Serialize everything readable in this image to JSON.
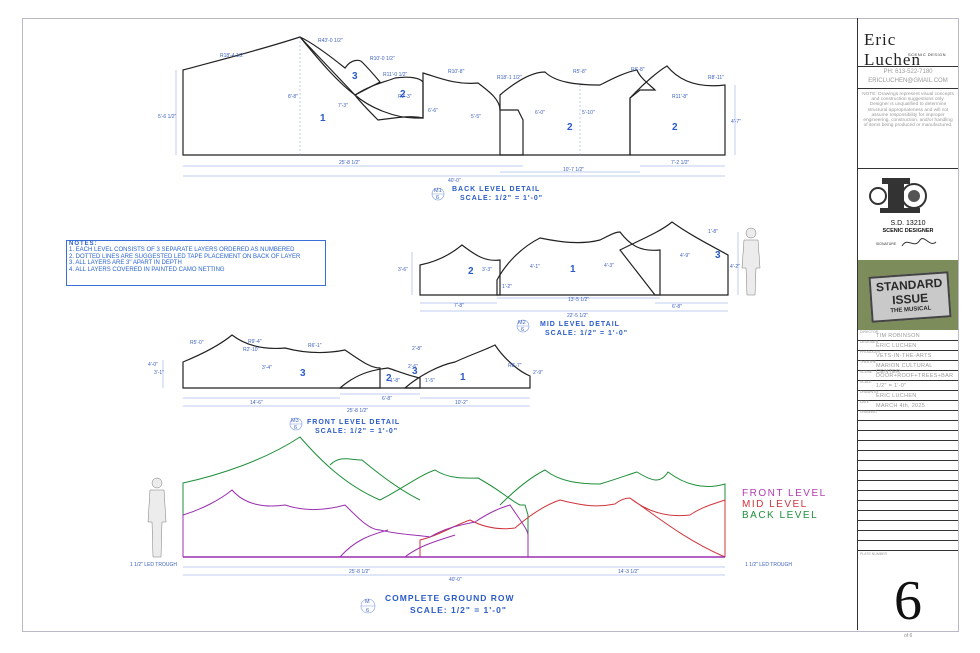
{
  "designer": {
    "name": "Eric Luchen",
    "subtitle": "SCENIC DESIGN",
    "phone": "PH: 613-522-7180",
    "email": "ERICLUCHEN@GMAIL.COM",
    "disclaimer": "NOTE: Drawings represent visual concepts and construction suggestions only. Designer is unqualified to determine structural appropriateness and will not assume responsibility for improper engineering, construction, and/or handling of items being produced or manufactured.",
    "union_id": "S.D. 13210",
    "union_label": "SCENIC DESIGNER",
    "signature_label": "SIGNATURE"
  },
  "show": {
    "title_line1": "STANDARD",
    "title_line2": "ISSUE",
    "title_line3": "THE MUSICAL"
  },
  "title_block": [
    {
      "label": "DIRECTOR",
      "value": "TIM ROBINSON"
    },
    {
      "label": "DESIGNER",
      "value": "ERIC LUCHEN"
    },
    {
      "label": "PRODUCER",
      "value": "VETS-IN-THE-ARTS"
    },
    {
      "label": "THEATRE",
      "value": "MARION CULTURAL CENTER"
    },
    {
      "label": "SCENE",
      "value": "DOOR+ROOF+TREES+BAR"
    },
    {
      "label": "SCALE",
      "value": "1/2\" = 1'-0\""
    },
    {
      "label": "DRAWN BY",
      "value": "ERIC LUCHEN"
    },
    {
      "label": "DATE",
      "value": "MARCH 4th, 2025"
    },
    {
      "label": "DRAWING",
      "value": ""
    }
  ],
  "plate": {
    "label": "PLATE NUMBER",
    "number": "6",
    "of": "of 6"
  },
  "notes": {
    "heading": "NOTES:",
    "items": [
      "1.    EACH LEVEL CONSISTS OF 3 SEPARATE LAYERS ORDERED AS NUMBERED",
      "2.    DOTTED LINES ARE SUGGESTED LED TAPE PLACEMENT ON BACK OF LAYER",
      "3.    ALL LAYERS ARE 3\" APART IN DEPTH",
      "4.    ALL LAYERS COVERED IN PAINTED CAMO NETTING"
    ]
  },
  "details": {
    "back": {
      "ref_top": "M1",
      "ref_bottom": "6",
      "title": "BACK LEVEL DETAIL",
      "scale": "SCALE: 1/2\" = 1'-0\""
    },
    "mid": {
      "ref_top": "M2",
      "ref_bottom": "6",
      "title": "MID LEVEL DETAIL",
      "scale": "SCALE: 1/2\" = 1'-0\""
    },
    "front": {
      "ref_top": "M3",
      "ref_bottom": "6",
      "title": "FRONT LEVEL DETAIL",
      "scale": "SCALE: 1/2\" = 1'-0\""
    },
    "complete": {
      "ref_top": "M",
      "ref_bottom": "6",
      "title": "COMPLETE GROUND ROW",
      "scale": "SCALE: 1/2\" = 1'-0\""
    }
  },
  "legend": {
    "front": "FRONT LEVEL",
    "front_color": "#b23bb2",
    "mid": "MID LEVEL",
    "mid_color": "#d0343c",
    "back": "BACK LEVEL",
    "back_color": "#1f8f3a"
  },
  "dims": {
    "back_total": "40'-0\"",
    "back_left": "25'-8 1/2\"",
    "back_mid": "10'-7 1/2\"",
    "back_right": "7'-2 1/2\"",
    "back_r1": "R18'-4 1/2\"",
    "back_r2": "R43'-0 1/2\"",
    "back_r3": "R10'-0 1/2\"",
    "back_r4": "R11'-0 1/2\"",
    "back_r5": "R10'-8\"",
    "back_r6": "R18'-1 1/2\"",
    "back_r7": "R5'-8\"",
    "back_r8": "R6'-8\"",
    "back_r9": "R8'-11\"",
    "back_h1": "5'-6 1/2\"",
    "back_h2": "8'-8\"",
    "back_h3": "7'-3\"",
    "back_h4": "6'-6\"",
    "back_h5": "5'-5\"",
    "back_h6": "6'-0\"",
    "back_h7": "5'-10\"",
    "back_h8": "4'-7\"",
    "back_h9": "R11'-8\"",
    "back_h10": "R2'-3\"",
    "mid_total": "22'-5 1/2\"",
    "mid_sub": "13'-5 1/2\"",
    "mid_left": "7'-8\"",
    "mid_right": "6'-8\"",
    "mid_h1": "3'-6\"",
    "mid_h2": "3'-3\"",
    "mid_h3": "4'-1\"",
    "mid_h4": "4'-3\"",
    "mid_h5": "4'-9\"",
    "mid_h6": "1'-8\"",
    "mid_h7": "4'-2\"",
    "mid_h8": "1'-2\"",
    "front_total": "25'-8 1/2\"",
    "front_left": "14'-6\"",
    "front_mid": "6'-8\"",
    "front_right": "10'-2\"",
    "front_r1": "R5'-0\"",
    "front_r2": "R9'-4\"",
    "front_r3": "R2'-10\"",
    "front_r4": "R6'-1\"",
    "front_r5": "R8'-7\"",
    "front_h1": "4'-0\"",
    "front_h2": "3'-1\"",
    "front_h3": "3'-4\"",
    "front_h4": "2'-8\"",
    "front_h5": "1'-8\"",
    "front_h6": "2'-9\"",
    "front_h7": "2'-6\"",
    "front_h8": "1'-5\"",
    "complete_total": "40'-0\"",
    "complete_left": "25'-8 1/2\"",
    "complete_right": "14'-3 1/2\"",
    "led_trough": "1 1/2\" LED TROUGH"
  },
  "layer_numbers": [
    "1",
    "2",
    "3"
  ]
}
